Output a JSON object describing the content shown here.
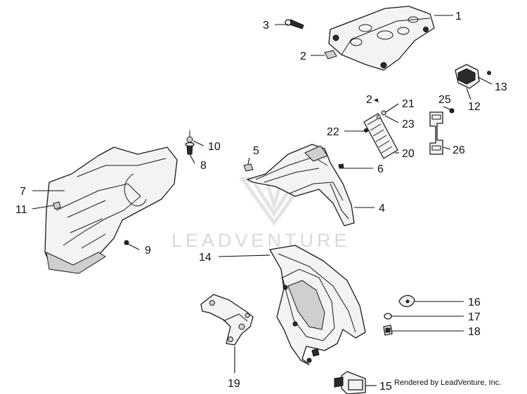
{
  "callouts": [
    "1",
    "2",
    "3",
    "2",
    "21",
    "22",
    "23",
    "20",
    "25",
    "12",
    "13",
    "26",
    "5",
    "6",
    "4",
    "10",
    "8",
    "7",
    "11",
    "9",
    "14",
    "16",
    "17",
    "18",
    "19",
    "15"
  ],
  "watermark": "LEADVENTURE",
  "credit": "Rendered by LeadVenture, Inc."
}
